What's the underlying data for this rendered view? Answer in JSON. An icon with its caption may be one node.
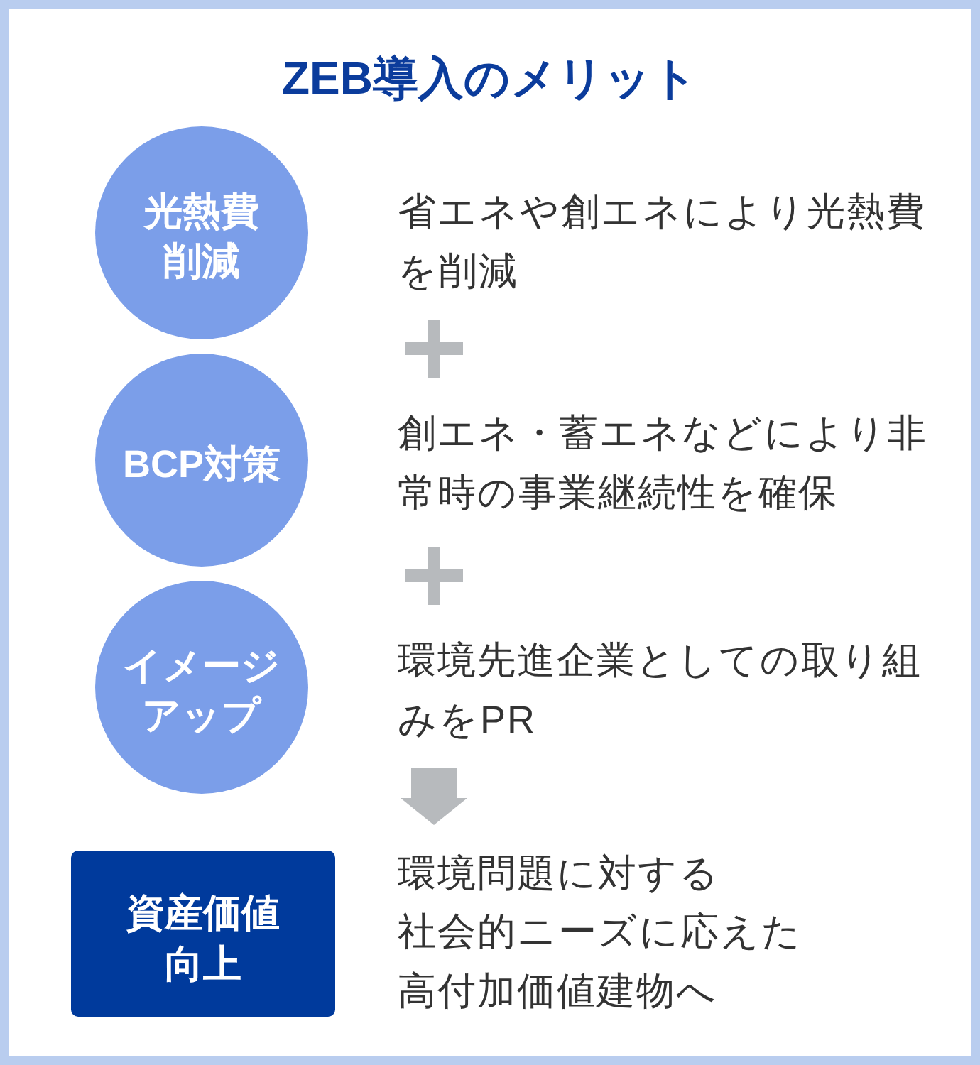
{
  "diagram": {
    "title": "ZEB導入のメリット",
    "nodes": [
      {
        "text": [
          "光熱費削減"
        ],
        "beside": [
          "省エネや創エネにより光熱費を削減"
        ]
      },
      {
        "text": [
          "BCP対策"
        ],
        "beside": [
          "創エネ・蓄エネなどにより非常時の事業継続性を確保"
        ]
      },
      {
        "text": [
          "イメージアップ"
        ]
      },
      {
        "text": [
          "環境先進企業としての取り組みをPR"
        ]
      },
      {
        "text": [
          "資産価値向上"
        ]
      },
      {
        "text": [
          "環境問題に対する社会的ニーズに応えた高付加価値建物へ"
        ]
      }
    ],
    "edges": [
      {
        "from": 3,
        "to": 5,
        "arrow": "to"
      }
    ]
  }
}
